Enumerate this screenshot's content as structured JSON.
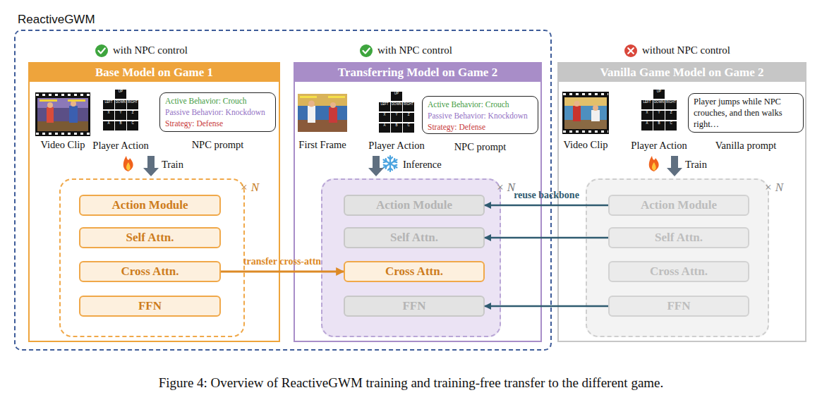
{
  "diagram": {
    "caption": "Figure 4: Overview of ReactiveGWM training and training-free transfer to the different game.",
    "nodes": [
      {
        "text": [
          "ReactiveGWM"
        ]
      },
      {
        "text": [
          "Base Model on Game 1"
        ],
        "in": 0
      },
      {
        "text": [
          "Active Behavior: Crouch",
          "Passive Behavior: Knockdown",
          "Strategy: Defense",
          "NPC prompt"
        ],
        "in": 1
      },
      {
        "text": [
          "× N"
        ],
        "in": 1
      },
      {
        "text": [
          "Action Module"
        ],
        "in": 3
      },
      {
        "text": [
          "Self Attn."
        ],
        "in": 3
      },
      {
        "text": [
          "Cross Attn."
        ],
        "in": 3
      },
      {
        "text": [
          "FFN"
        ],
        "in": 3
      },
      {
        "text": [
          "Transferring Model on Game 2"
        ],
        "in": 0
      },
      {
        "text": [
          "Active Behavior: Crouch",
          "Passive Behavior: Knockdown",
          "Strategy: Defense",
          "NPC prompt"
        ],
        "in": 8
      },
      {
        "text": [
          "× N"
        ],
        "in": 8
      },
      {
        "text": [
          "Action Module"
        ],
        "in": 10
      },
      {
        "text": [
          "Self Attn."
        ],
        "in": 10
      },
      {
        "text": [
          "Cross Attn."
        ],
        "in": 10
      },
      {
        "text": [
          "FFN"
        ],
        "in": 10
      },
      {
        "text": [
          "Vanilla Game Model on Game 2"
        ]
      },
      {
        "text": [
          "Player jumps while NPC crouches, and then walks right…",
          "Vanilla prompt"
        ],
        "in": 15
      },
      {
        "text": [
          "× N"
        ],
        "in": 15
      },
      {
        "text": [
          "Action Module"
        ],
        "in": 17
      },
      {
        "text": [
          "Self Attn."
        ],
        "in": 17
      },
      {
        "text": [
          "Cross Attn."
        ],
        "in": 17
      },
      {
        "text": [
          "FFN"
        ],
        "in": 17
      }
    ],
    "edges": [
      {
        "from": 6,
        "to": 13,
        "arrow": "to",
        "label": "transfer cross-attn"
      },
      {
        "from": 18,
        "to": 11,
        "arrow": "to",
        "label": "reuse backbone"
      },
      {
        "from": 19,
        "to": 12,
        "arrow": "to"
      },
      {
        "from": 21,
        "to": 14,
        "arrow": "to"
      }
    ],
    "labels": [
      "with NPC control",
      "with NPC control",
      "without NPC control",
      "Video Clip",
      "Player Action",
      "UP",
      "LEFT",
      "DOWN",
      "RIGHT",
      "X",
      "Y",
      "Z",
      "A",
      "B",
      "C",
      "Train",
      "First Frame",
      "Player Action",
      "UP",
      "LEFT",
      "DOWN",
      "RIGHT",
      "X",
      "Y",
      "Z",
      "A",
      "B",
      "C",
      "Inference",
      "Video Clip",
      "Player Action",
      "UP",
      "LEFT",
      "DOWN",
      "RIGHT",
      "X",
      "Y",
      "Z",
      "A",
      "B",
      "C",
      "Train"
    ]
  }
}
